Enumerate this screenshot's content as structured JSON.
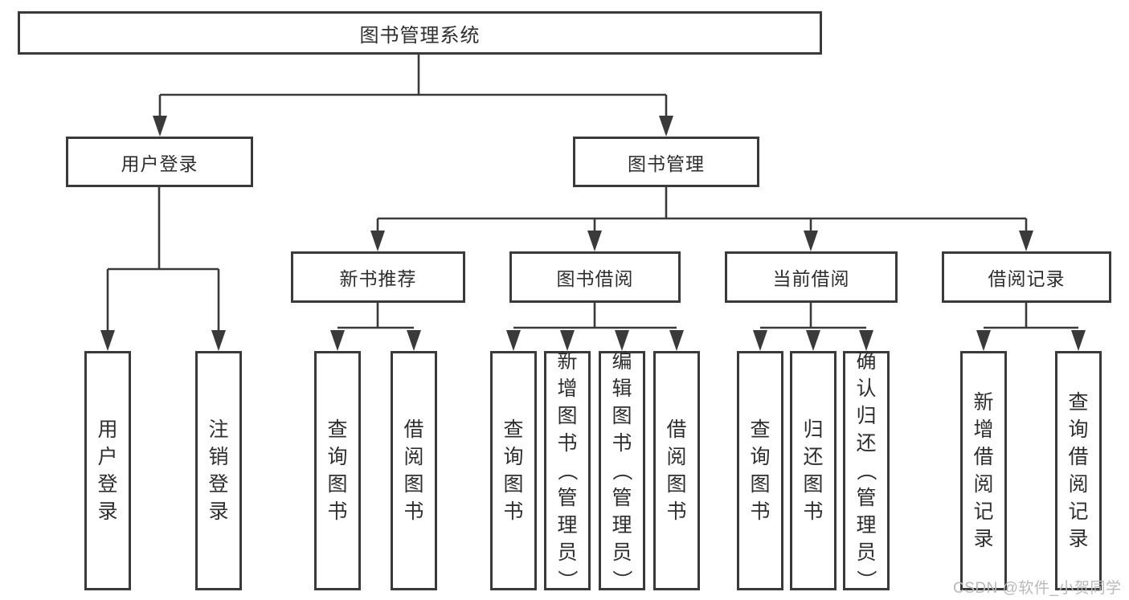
{
  "tree": {
    "root": {
      "label": "图书管理系统",
      "children": [
        {
          "label": "用户登录",
          "children": [
            {
              "label": "用户登录"
            },
            {
              "label": "注销登录"
            }
          ]
        },
        {
          "label": "图书管理",
          "children": [
            {
              "label": "新书推荐",
              "children": [
                {
                  "label": "查询图书"
                },
                {
                  "label": "借阅图书"
                }
              ]
            },
            {
              "label": "图书借阅",
              "children": [
                {
                  "label": "查询图书"
                },
                {
                  "label": "新增图书（管理员）"
                },
                {
                  "label": "编辑图书（管理员）"
                },
                {
                  "label": "借阅图书"
                }
              ]
            },
            {
              "label": "当前借阅",
              "children": [
                {
                  "label": "查询图书"
                },
                {
                  "label": "归还图书"
                },
                {
                  "label": "确认归还（管理员）"
                }
              ]
            },
            {
              "label": "借阅记录",
              "children": [
                {
                  "label": "新增借阅记录"
                },
                {
                  "label": "查询借阅记录"
                }
              ]
            }
          ]
        }
      ]
    }
  },
  "watermark": {
    "text": "CSDN @软件_小贺同学"
  },
  "colors": {
    "line": "#3a3a3a",
    "text": "#2e2e2e",
    "watermark": "#b9b9b9",
    "background": "#ffffff"
  }
}
